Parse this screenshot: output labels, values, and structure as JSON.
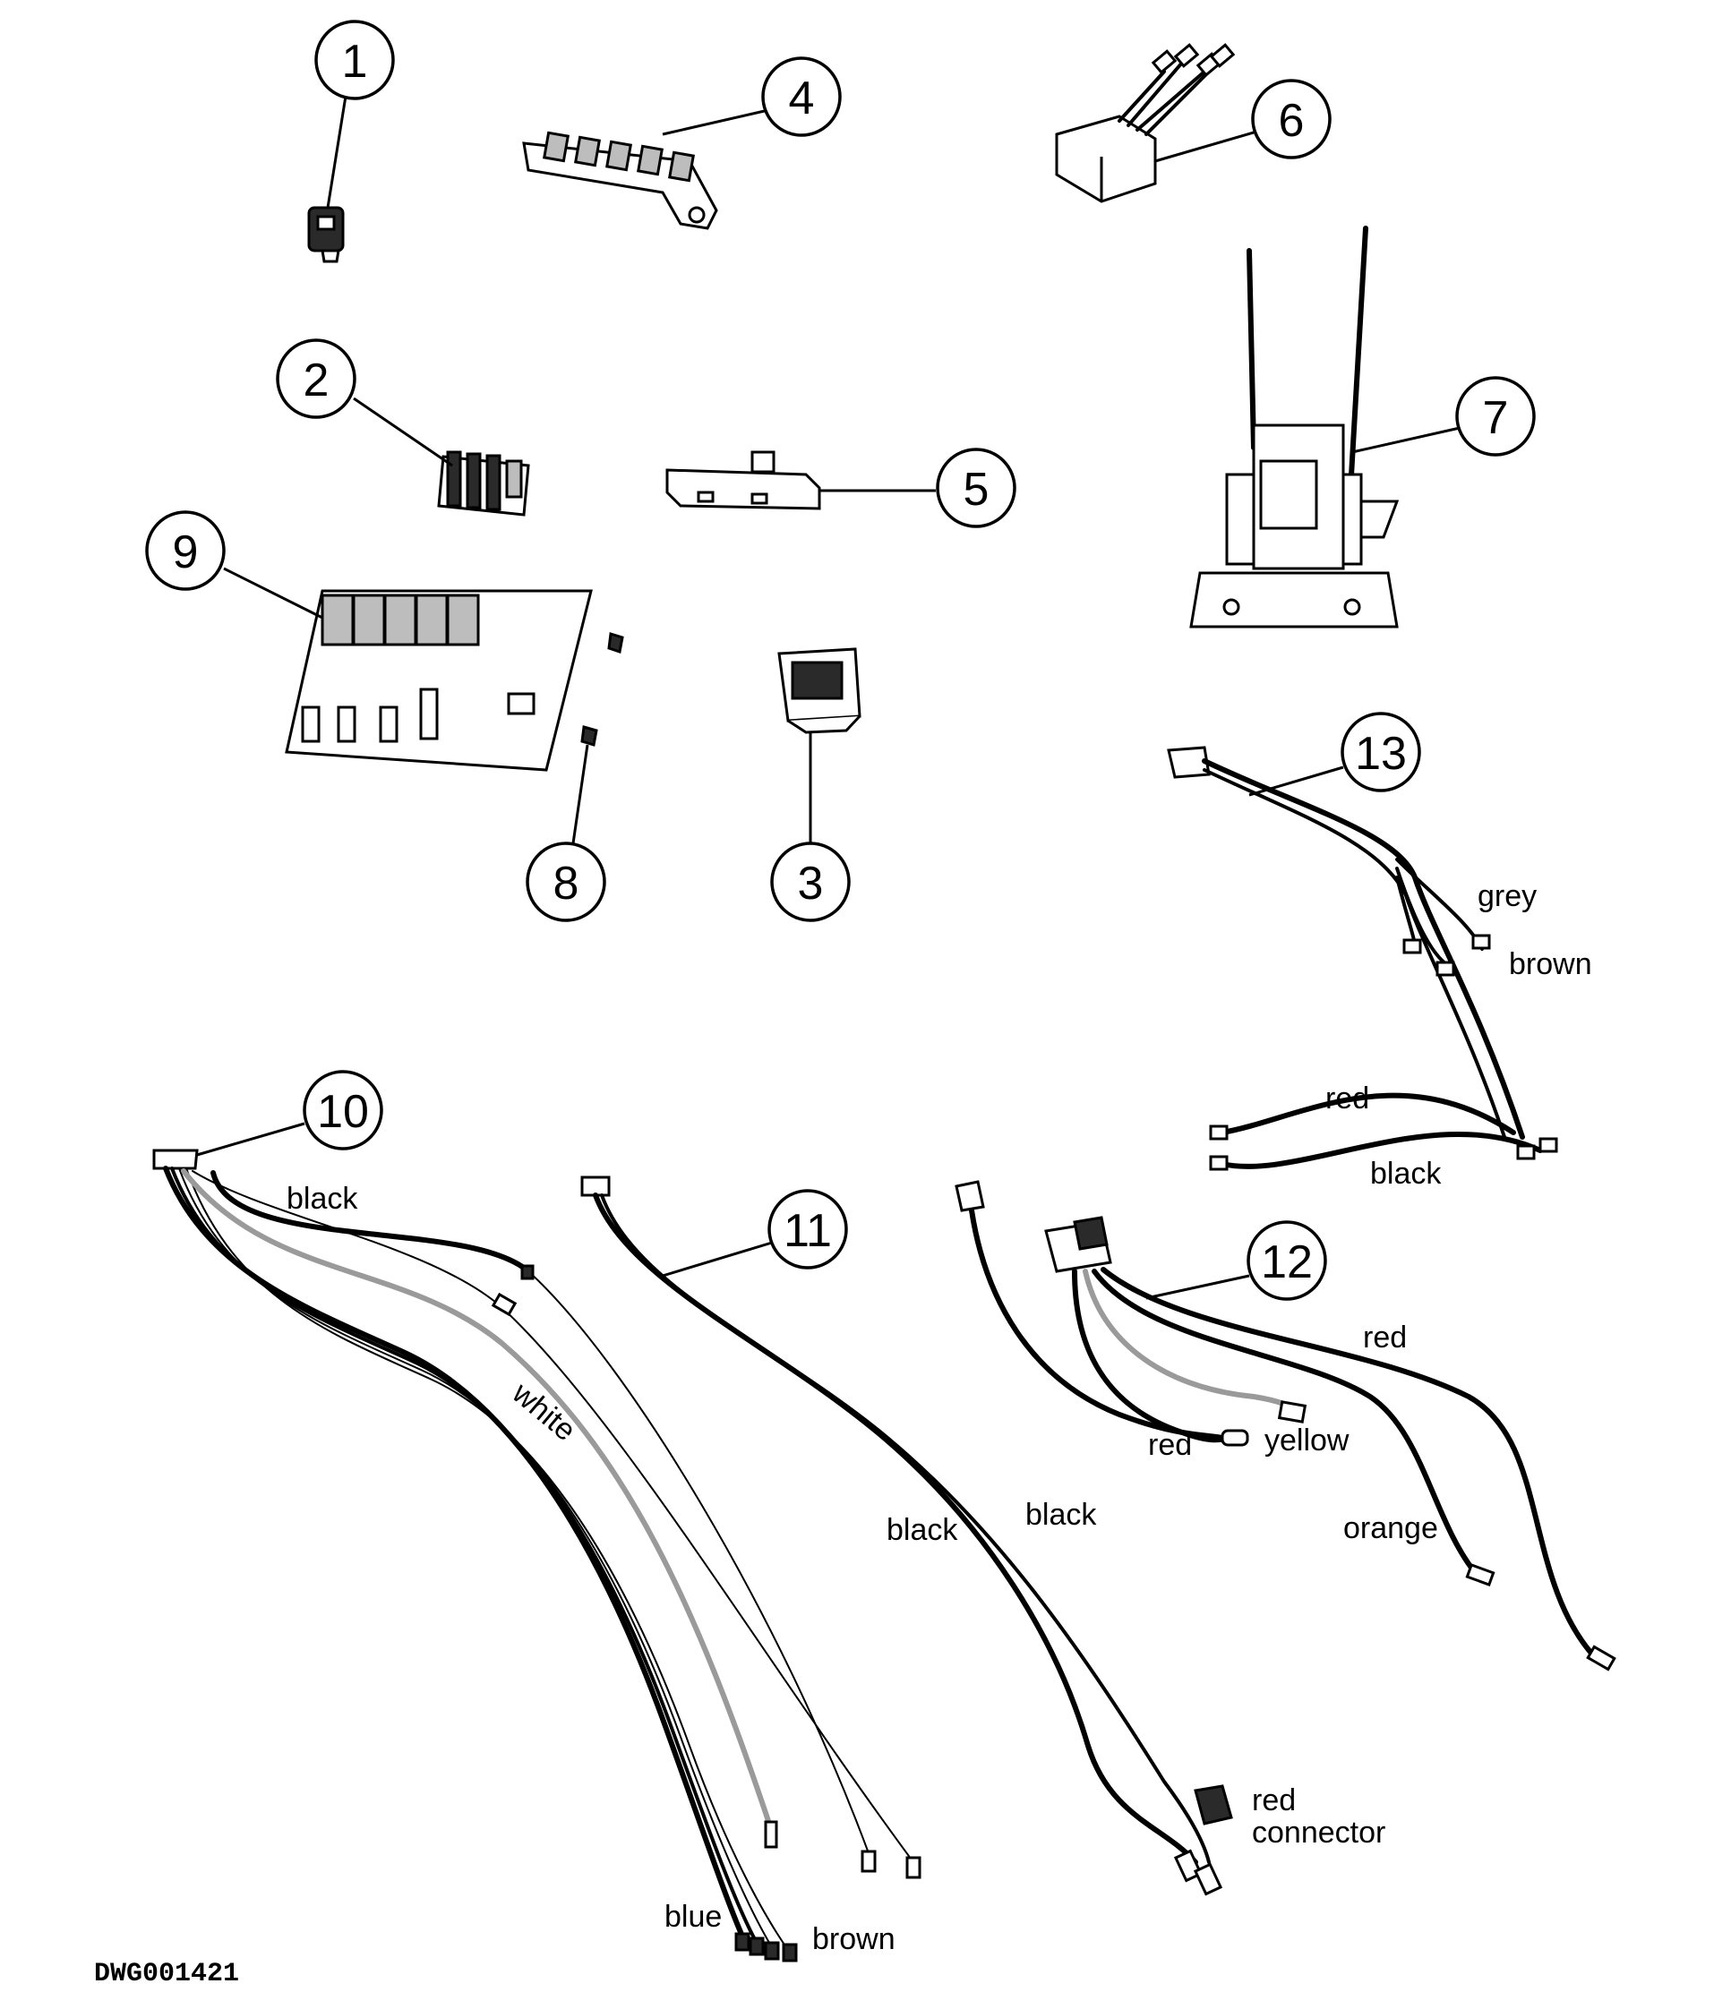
{
  "drawing_number": "DWG001421",
  "callouts": {
    "c1": "1",
    "c2": "2",
    "c3": "3",
    "c4": "4",
    "c5": "5",
    "c6": "6",
    "c7": "7",
    "c8": "8",
    "c9": "9",
    "c10": "10",
    "c11": "11",
    "c12": "12",
    "c13": "13"
  },
  "wire_labels": {
    "p13_grey": "grey",
    "p13_brown": "brown",
    "p13_red": "red",
    "p13_black": "black",
    "p10_black": "black",
    "p10_white": "white",
    "p10_blue": "blue",
    "p10_brown": "brown",
    "p11_black_left": "black",
    "p11_black_right": "black",
    "p11_red": "red",
    "p11_connector": "connector",
    "p12_red_top": "red",
    "p12_red_left": "red",
    "p12_yellow": "yellow",
    "p12_orange": "orange"
  }
}
